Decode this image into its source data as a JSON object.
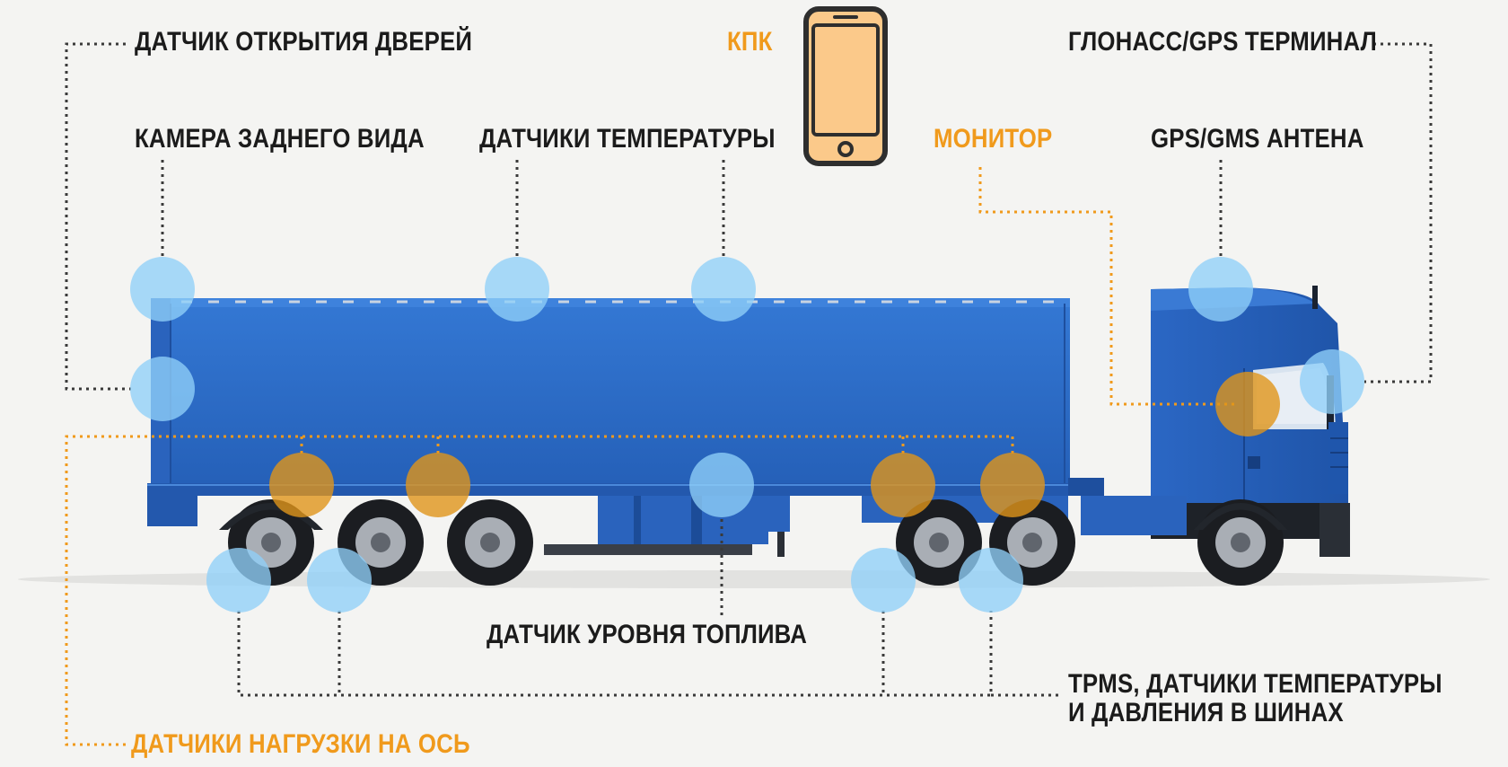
{
  "labels": {
    "door_sensor": "ДАТЧИК ОТКРЫТИЯ ДВЕРЕЙ",
    "pda": "КПК",
    "glonass_terminal": "ГЛОНАСС/GPS ТЕРМИНАЛ",
    "rear_camera": "КАМЕРА ЗАДНЕГО ВИДА",
    "temperature_sensors": "ДАТЧИКИ ТЕМПЕРАТУРЫ",
    "monitor": "МОНИТОР",
    "antenna": "GPS/GMS АНТЕНА",
    "fuel_level_sensor": "ДАТЧИК УРОВНЯ ТОПЛИВА",
    "tpms_line1": "TPMS, ДАТЧИКИ ТЕМПЕРАТУРЫ",
    "tpms_line2": "И ДАВЛЕНИЯ В ШИНАХ",
    "axle_load_sensors": "ДАТЧИКИ НАГРУЗКИ НА ОСЬ"
  },
  "colors": {
    "label_dark": "#1b1b1b",
    "label_accent": "#f09a1c",
    "trailer_blue": "#2f6fca",
    "marker_blue": "#8fd0f8",
    "marker_orange": "#e0951a",
    "phone_fill": "#fbc98a"
  }
}
